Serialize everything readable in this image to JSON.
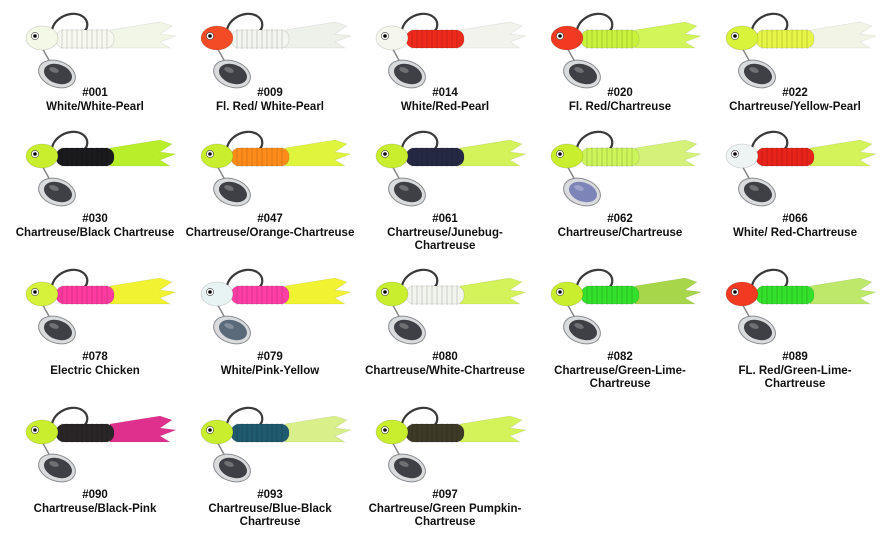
{
  "products": [
    {
      "code": "#001",
      "name": "White/White-Pearl",
      "colors": {
        "head": "#f4f8e6",
        "body": "#f7f9f1",
        "tail": "#f1f6e6",
        "blade": "#3e4046"
      }
    },
    {
      "code": "#009",
      "name": "Fl. Red/ White-Pearl",
      "colors": {
        "head": "#f24b26",
        "body": "#f3f5f0",
        "tail": "#eef0ea",
        "blade": "#3e4046"
      }
    },
    {
      "code": "#014",
      "name": "White/Red-Pearl",
      "colors": {
        "head": "#f5f7ef",
        "body": "#ef2a1c",
        "tail": "#f1f3ec",
        "blade": "#3e4046"
      }
    },
    {
      "code": "#020",
      "name": "Fl. Red/Chartreuse",
      "colors": {
        "head": "#f23a22",
        "body": "#c8f23c",
        "tail": "#d2f55a",
        "blade": "#3e4046"
      }
    },
    {
      "code": "#022",
      "name": "Chartreuse/Yellow-Pearl",
      "colors": {
        "head": "#d9f23a",
        "body": "#e6f546",
        "tail": "#f2f5e6",
        "blade": "#3e4046"
      }
    },
    {
      "code": "#030",
      "name": "Chartreuse/Black Chartreuse",
      "colors": {
        "head": "#c9ee2e",
        "body": "#1b1b1d",
        "tail": "#b8ee2a",
        "blade": "#3e4046"
      }
    },
    {
      "code": "#047",
      "name": "Chartreuse/Orange-Chartreuse",
      "colors": {
        "head": "#c9ee2e",
        "body": "#ff8c1a",
        "tail": "#dff43c",
        "blade": "#3e4046"
      }
    },
    {
      "code": "#061",
      "name": "Chartreuse/Junebug-Chartreuse",
      "colors": {
        "head": "#c9ee2e",
        "body": "#262944",
        "tail": "#d4f25a",
        "blade": "#3e4046"
      }
    },
    {
      "code": "#062",
      "name": "Chartreuse/Chartreuse",
      "colors": {
        "head": "#c9ee2e",
        "body": "#ccf55a",
        "tail": "#d4f27a",
        "blade": "#7d84b8"
      }
    },
    {
      "code": "#066",
      "name": "White/ Red-Chartreuse",
      "colors": {
        "head": "#eef3f3",
        "body": "#e8231a",
        "tail": "#d4f25a",
        "blade": "#3e4046"
      }
    },
    {
      "code": "#078",
      "name": "Electric Chicken",
      "colors": {
        "head": "#d6f23a",
        "body": "#ff3aa0",
        "tail": "#f0f232",
        "blade": "#3e4046"
      }
    },
    {
      "code": "#079",
      "name": "White/Pink-Yellow",
      "colors": {
        "head": "#e8f3f3",
        "body": "#ff3ea6",
        "tail": "#f0f232",
        "blade": "#5b6a7a"
      }
    },
    {
      "code": "#080",
      "name": "Chartreuse/White-Chartreuse",
      "colors": {
        "head": "#c9ee2e",
        "body": "#f1f5ee",
        "tail": "#d4f25a",
        "blade": "#3e4046"
      }
    },
    {
      "code": "#082",
      "name": "Chartreuse/Green-Lime-Chartreuse",
      "colors": {
        "head": "#c9ee2e",
        "body": "#33e02c",
        "tail": "#a8d64a",
        "blade": "#3e4046"
      }
    },
    {
      "code": "#089",
      "name": "FL. Red/Green-Lime-Chartreuse",
      "colors": {
        "head": "#f23a22",
        "body": "#33e02c",
        "tail": "#bde86a",
        "blade": "#3e4046"
      }
    },
    {
      "code": "#090",
      "name": "Chartreuse/Black-Pink",
      "colors": {
        "head": "#c9ee2e",
        "body": "#2a2628",
        "tail": "#e0308e",
        "blade": "#3e4046"
      }
    },
    {
      "code": "#093",
      "name": "Chartreuse/Blue-Black Chartreuse",
      "colors": {
        "head": "#c9ee2e",
        "body": "#1f5a6e",
        "tail": "#d8ef8a",
        "blade": "#3e4046"
      }
    },
    {
      "code": "#097",
      "name": "Chartreuse/Green Pumpkin-Chartreuse",
      "colors": {
        "head": "#c9ee2e",
        "body": "#3e3a28",
        "tail": "#d4f25a",
        "blade": "#3e4046"
      }
    }
  ]
}
